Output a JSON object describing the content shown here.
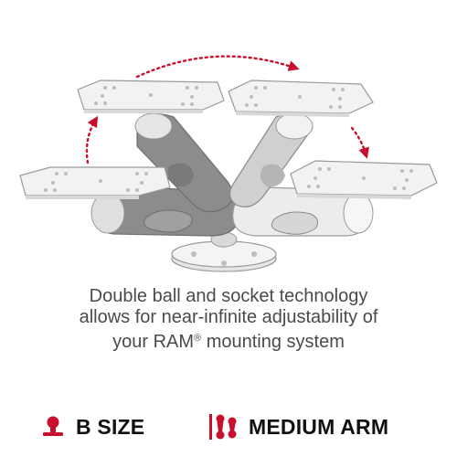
{
  "caption": {
    "line1": "Double ball and socket technology",
    "line2": "allows for near-infinite adjustability of",
    "line3_pre": "your RAM",
    "line3_mark": "®",
    "line3_post": " mounting system"
  },
  "specs": [
    {
      "label": "B SIZE",
      "icon": "ball-size-icon"
    },
    {
      "label": "MEDIUM ARM",
      "icon": "arm-length-icon"
    }
  ],
  "colors": {
    "accent": "#c8102e",
    "text": "#4a4a4a",
    "spec_text": "#111111",
    "plate": "#f2f2f2",
    "outline": "#9a9a9a",
    "dark_arm": "#8c8c8c",
    "light_arm": "#c8c8c8"
  }
}
